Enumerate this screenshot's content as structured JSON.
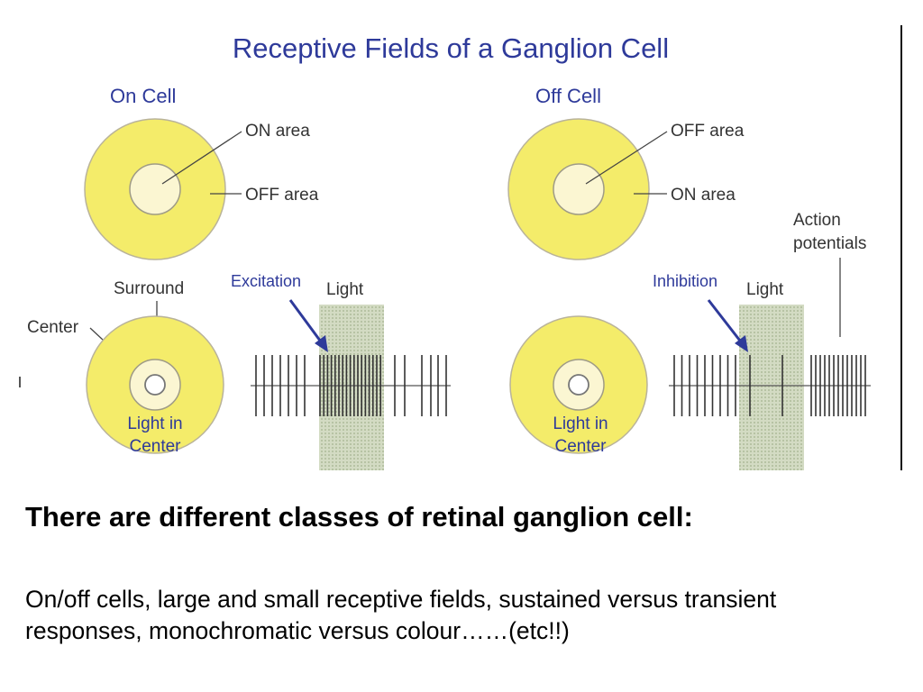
{
  "figure": {
    "title": "Receptive Fields of a Ganglion Cell",
    "on_cell": {
      "heading": "On Cell",
      "center_label": "ON area",
      "surround_label": "OFF area",
      "caption_line1": "Light in",
      "caption_line2": "Center",
      "surround_word": "Surround",
      "center_word": "Center",
      "response_label": "Excitation",
      "stimulus_label": "Light"
    },
    "off_cell": {
      "heading": "Off Cell",
      "center_label": "OFF area",
      "surround_label": "ON area",
      "caption_line1": "Light in",
      "caption_line2": "Center",
      "response_label": "Inhibition",
      "stimulus_label": "Light",
      "action_potentials_line1": "Action",
      "action_potentials_line2": "potentials"
    },
    "colors": {
      "title_blue": "#2e3a9a",
      "field_yellow": "#f4ec6a",
      "center_cream": "#fbf6d2",
      "light_band": "#c9d2b8"
    }
  },
  "heading": "There are different classes of retinal ganglion cell:",
  "body_text": "On/off cells, large and small receptive fields, sustained versus transient responses, monochromatic versus colour……(etc!!)"
}
